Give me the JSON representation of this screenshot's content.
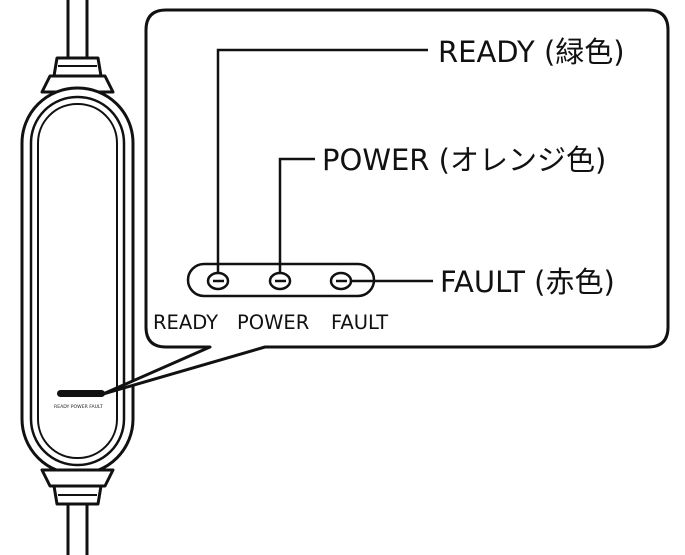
{
  "callouts": {
    "ready": "READY (緑色)",
    "power": "POWER (オレンジ色)",
    "fault": "FAULT (赤色)"
  },
  "panel_labels": {
    "ready": "READY",
    "power": "POWER",
    "fault": "FAULT"
  },
  "device_small_label": "READY POWER  FAULT",
  "colors": {
    "stroke": "#111111",
    "background": "#ffffff"
  }
}
